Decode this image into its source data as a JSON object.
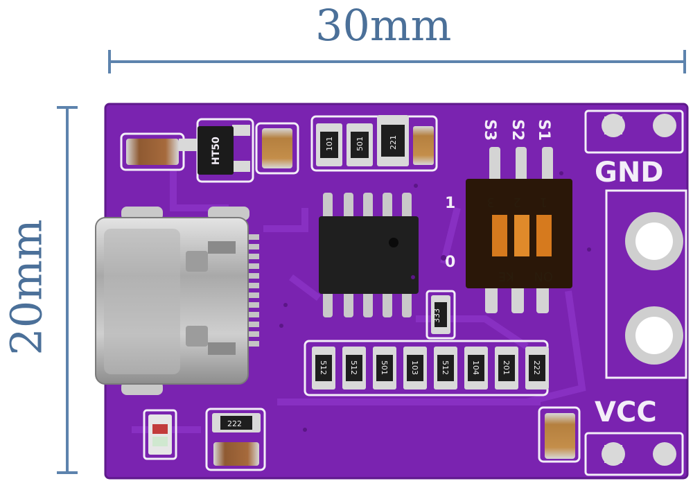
{
  "dimensions": {
    "width_label": "30mm",
    "height_label": "20mm",
    "color": "#4b7099"
  },
  "board": {
    "pcb_color": "#7a23b0",
    "silkscreen_color": "#f3eef8",
    "labels": {
      "gnd": "GND",
      "vcc": "VCC",
      "on": "ON",
      "ke": "KE",
      "s1": "S1",
      "s2": "S2",
      "s3": "S3",
      "mark_one": "1",
      "mark_zero": "0"
    },
    "switch_numbers": [
      "1",
      "2",
      "3"
    ],
    "top_components": {
      "transistor": "HT50",
      "resistors": [
        "101",
        "501",
        "221"
      ]
    },
    "small_resistor": "333",
    "bottom_resistors": [
      "512",
      "512",
      "501",
      "103",
      "512",
      "104",
      "201",
      "222"
    ],
    "bottom_left_resistor": "222"
  }
}
